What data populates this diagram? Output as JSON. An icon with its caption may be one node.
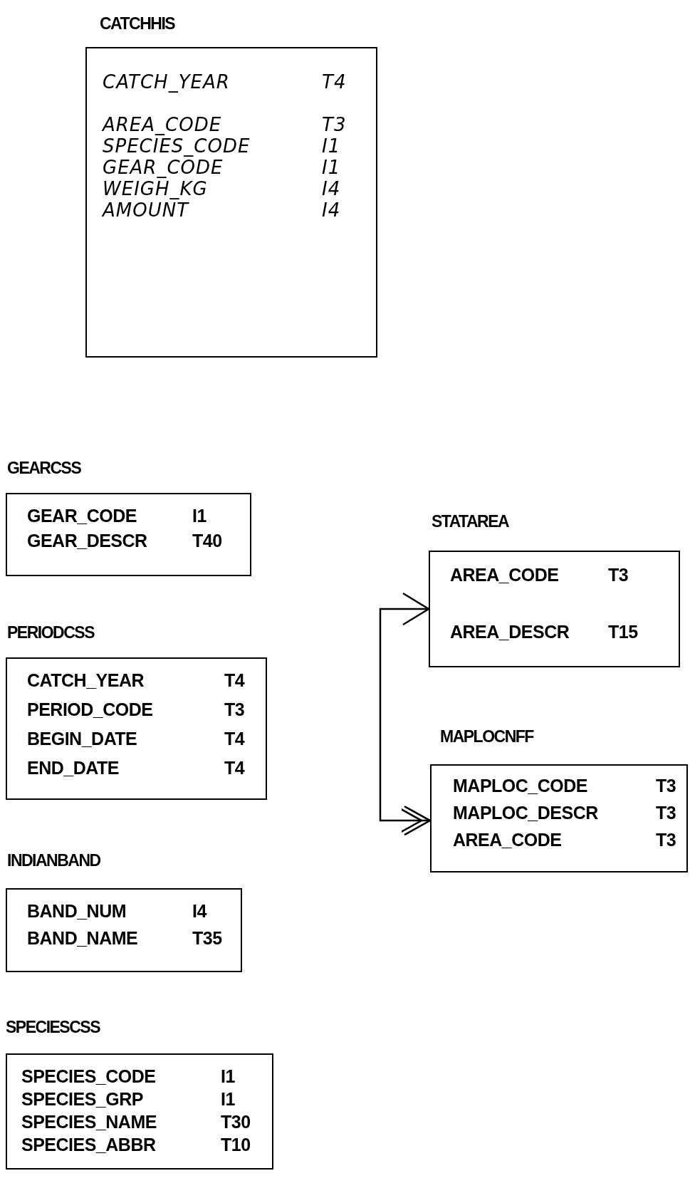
{
  "diagram": {
    "nodes": [
      {
        "text": [
          "CATCHHIS",
          "CATCH_YEAR T4",
          "AREA_CODE T3",
          "SPECIES_CODE I1",
          "GEAR_CODE I1",
          "WEIGH_KG I4",
          "AMOUNT I4"
        ]
      },
      {
        "text": [
          "GEARCSS",
          "GEAR_CODE I1",
          "GEAR_DESCR T40"
        ]
      },
      {
        "text": [
          "STATAREA",
          "AREA_CODE T3",
          "AREA_DESCR T15"
        ]
      },
      {
        "text": [
          "PERIODCSS",
          "CATCH_YEAR T4",
          "PERIOD_CODE T3",
          "BEGIN_DATE T4",
          "END_DATE T4"
        ]
      },
      {
        "text": [
          "MAPLOCNFF",
          "MAPLOC_CODE T3",
          "MAPLOC_DESCR T3",
          "AREA_CODE T3"
        ]
      },
      {
        "text": [
          "INDIANBAND",
          "BAND_NUM I4",
          "BAND_NAME T35"
        ]
      },
      {
        "text": [
          "SPECIESCSS",
          "SPECIES_CODE I1",
          "SPECIES_GRP I1",
          "SPECIES_NAME T30",
          "SPECIES_ABBR T10"
        ]
      }
    ],
    "edges": [
      {
        "from": 2,
        "to": 4,
        "arrow": "both"
      }
    ]
  }
}
